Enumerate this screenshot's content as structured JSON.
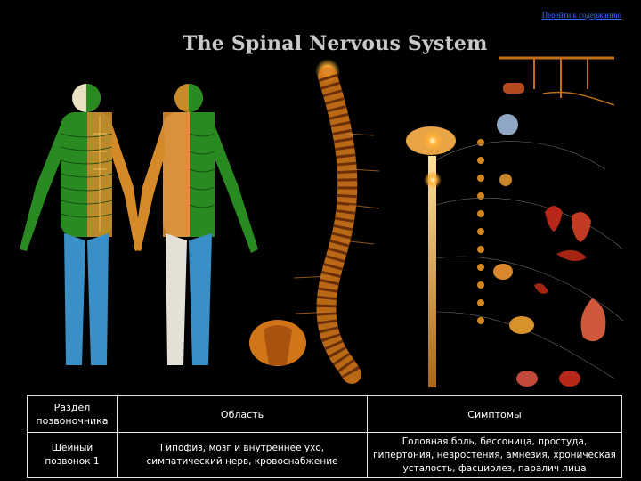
{
  "link": {
    "label": "Перейти к содержанию"
  },
  "poster": {
    "title": "The Spinal Nervous System",
    "colors": {
      "nerve": "#e08a1c",
      "skin_green": "#2a8a22",
      "skin_blue": "#3a8fc6",
      "bone": "#d97a1a"
    }
  },
  "table": {
    "headers": [
      "Раздел позвоночника",
      "Область",
      "Симптомы"
    ],
    "rows": [
      [
        "Шейный позвонок 1",
        "Гипофиз, мозг и внутреннее ухо, симпатический нерв, кровоснабжение",
        "Головная боль, бессоница, простуда, гипертония, невростения, амнезия, хроническая усталость, фасциолез, паралич лица"
      ]
    ]
  }
}
